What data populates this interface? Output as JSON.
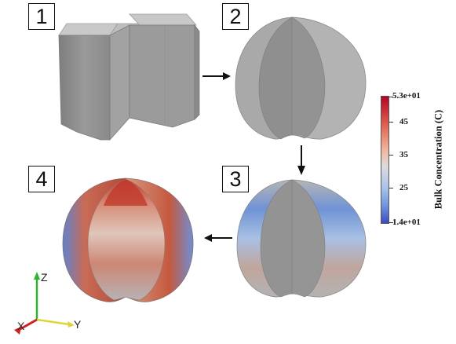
{
  "steps": [
    {
      "label": "1"
    },
    {
      "label": "2"
    },
    {
      "label": "3"
    },
    {
      "label": "4"
    }
  ],
  "colorbar": {
    "title": "Bulk Concentration (C)",
    "ticks": [
      "5.3e+01",
      "45",
      "35",
      "25",
      "1.4e+01"
    ],
    "max": 53,
    "min": 14,
    "colors": [
      "#b40426",
      "#dddcdc",
      "#3b4cc0"
    ]
  },
  "axes": {
    "z": "Z",
    "y": "Y",
    "x": "X"
  }
}
